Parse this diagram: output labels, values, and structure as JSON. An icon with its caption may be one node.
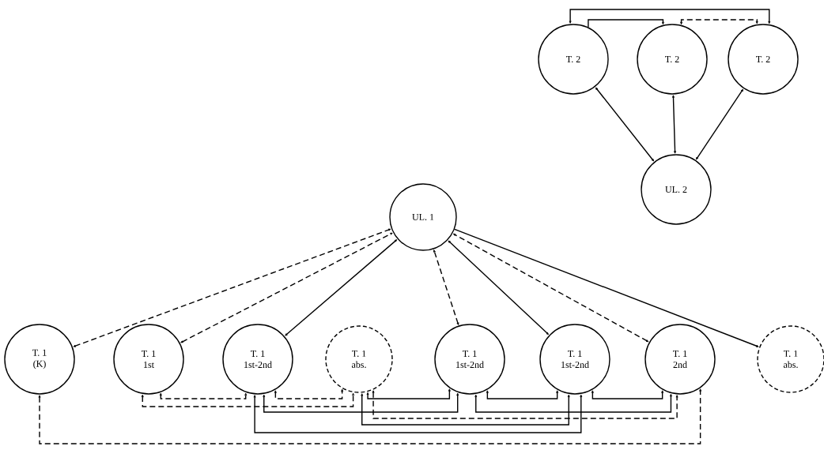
{
  "diagram": {
    "nodes": [
      {
        "text": [
          "T. 2"
        ]
      },
      {
        "text": [
          "T. 2"
        ]
      },
      {
        "text": [
          "T. 2"
        ]
      },
      {
        "text": [
          "UL. 2"
        ]
      },
      {
        "text": [
          "UL. 1"
        ]
      },
      {
        "text": [
          "T. 1",
          "(K)"
        ]
      },
      {
        "text": [
          "T. 1",
          "1st"
        ]
      },
      {
        "text": [
          "T. 1",
          "1st-2nd"
        ]
      },
      {
        "text": [
          "T. 1",
          "abs."
        ]
      },
      {
        "text": [
          "T. 1",
          "1st-2nd"
        ]
      },
      {
        "text": [
          "T. 1",
          "1st-2nd"
        ]
      },
      {
        "text": [
          "T. 1",
          "2nd"
        ]
      },
      {
        "text": [
          "T. 1",
          "abs."
        ]
      }
    ],
    "edges": [
      {
        "from": 0,
        "to": 2,
        "arrow": "both"
      },
      {
        "from": 0,
        "to": 1,
        "arrow": "to"
      },
      {
        "from": 1,
        "to": 2,
        "arrow": "both",
        "style": "dashed"
      },
      {
        "from": 0,
        "to": 3,
        "arrow": "both"
      },
      {
        "from": 1,
        "to": 3,
        "arrow": "both"
      },
      {
        "from": 2,
        "to": 3,
        "arrow": "both"
      },
      {
        "from": 5,
        "to": 4,
        "arrow": "both",
        "style": "dashed"
      },
      {
        "from": 6,
        "to": 4,
        "arrow": "both",
        "style": "dashed"
      },
      {
        "from": 7,
        "to": 4,
        "arrow": "both"
      },
      {
        "from": 9,
        "to": 4,
        "arrow": "both",
        "style": "dashed"
      },
      {
        "from": 10,
        "to": 4,
        "arrow": "both"
      },
      {
        "from": 11,
        "to": 4,
        "arrow": "both",
        "style": "dashed"
      },
      {
        "from": 4,
        "to": 12,
        "arrow": "to"
      },
      {
        "from": 6,
        "to": 7,
        "arrow": "both",
        "style": "dashed"
      },
      {
        "from": 6,
        "to": 8,
        "arrow": "both",
        "style": "dashed"
      },
      {
        "from": 7,
        "to": 8,
        "arrow": "both",
        "style": "dashed"
      },
      {
        "from": 7,
        "to": 9,
        "arrow": "both"
      },
      {
        "from": 7,
        "to": 10,
        "arrow": "both"
      },
      {
        "from": 8,
        "to": 9,
        "arrow": "both"
      },
      {
        "from": 8,
        "to": 10,
        "arrow": "both"
      },
      {
        "from": 9,
        "to": 10,
        "arrow": "both"
      },
      {
        "from": 9,
        "to": 11,
        "arrow": "both"
      },
      {
        "from": 10,
        "to": 11,
        "arrow": "both"
      },
      {
        "from": 8,
        "to": 11,
        "arrow": "both",
        "style": "dashed"
      },
      {
        "from": 5,
        "to": 11,
        "arrow": "both",
        "style": "dashed"
      }
    ]
  }
}
